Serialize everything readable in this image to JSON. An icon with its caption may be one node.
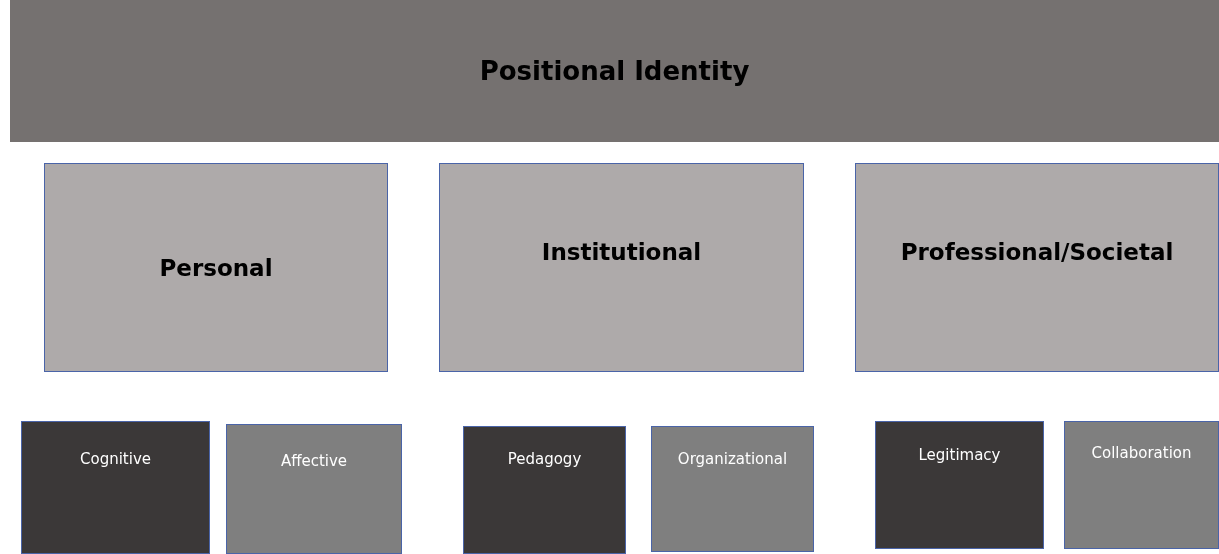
{
  "diagram": {
    "nodes": [
      {
        "text": [
          "Positional Identity"
        ]
      },
      {
        "text": [
          "Personal"
        ]
      },
      {
        "text": [
          "Institutional"
        ]
      },
      {
        "text": [
          "Professional/Societal"
        ]
      },
      {
        "text": [
          "Cognitive"
        ]
      },
      {
        "text": [
          "Affective"
        ]
      },
      {
        "text": [
          "Pedagogy"
        ]
      },
      {
        "text": [
          "Organizational"
        ]
      },
      {
        "text": [
          "Legitimacy"
        ]
      },
      {
        "text": [
          "Collaboration"
        ]
      }
    ]
  }
}
